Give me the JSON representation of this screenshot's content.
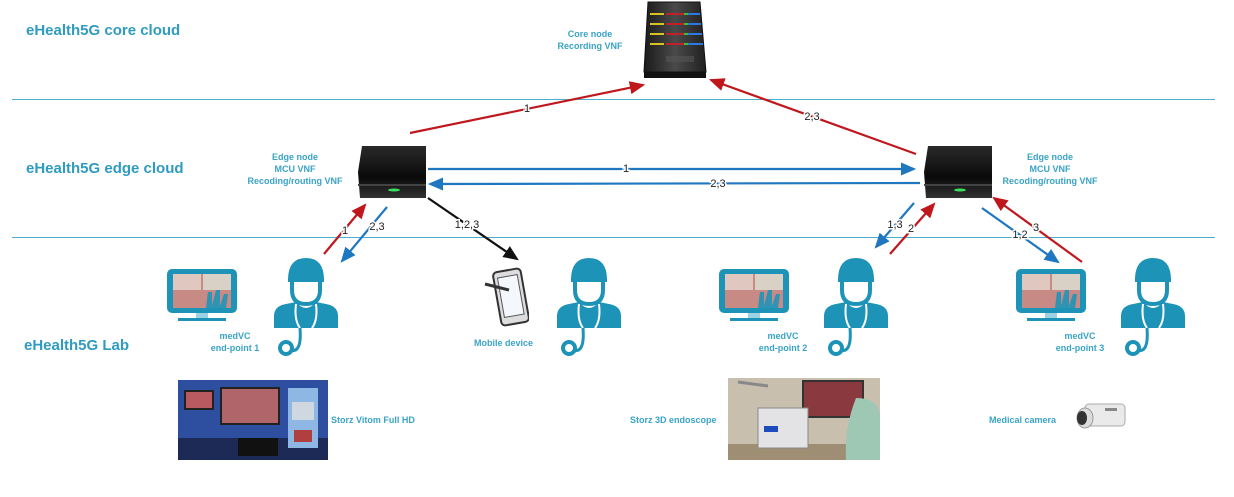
{
  "layers": {
    "core": "eHealth5G core cloud",
    "edge": "eHealth5G edge cloud",
    "lab": "eHealth5G Lab"
  },
  "nodes": {
    "core": {
      "line1": "Core node",
      "line2": "Recording VNF"
    },
    "edge_left": {
      "line1": "Edge node",
      "line2": "MCU VNF",
      "line3": "Recoding/routing VNF"
    },
    "edge_right": {
      "line1": "Edge node",
      "line2": "MCU VNF",
      "line3": "Recoding/routing VNF"
    }
  },
  "endpoints": [
    {
      "line1": "medVC",
      "line2": "end-point 1"
    },
    {
      "line1": "medVC",
      "line2": "end-point 2"
    },
    {
      "line1": "medVC",
      "line2": "end-point 3"
    }
  ],
  "devices": {
    "mobile": "Mobile device",
    "vitom": "Storz Vitom Full HD",
    "endoscope": "Storz 3D endoscope",
    "camera": "Medical camera"
  },
  "arrows": [
    {
      "id": "edgeL-to-core",
      "label": "1",
      "color": "#c0171d"
    },
    {
      "id": "edgeR-to-core",
      "label": "2,3",
      "color": "#c0171d"
    },
    {
      "id": "edgeL-to-edgeR",
      "label": "1",
      "color": "#1f77c0"
    },
    {
      "id": "edgeR-to-edgeL",
      "label": "2,3",
      "color": "#1f77c0"
    },
    {
      "id": "ep1-to-edgeL",
      "label": "1",
      "color": "#c0171d"
    },
    {
      "id": "edgeL-to-ep1",
      "label": "2,3",
      "color": "#1f77c0"
    },
    {
      "id": "edgeL-to-mobile",
      "label": "1,2,3",
      "color": "#111111"
    },
    {
      "id": "edgeR-to-ep2",
      "label": "1,3",
      "color": "#1f77c0"
    },
    {
      "id": "ep2-to-edgeR",
      "label": "2",
      "color": "#c0171d"
    },
    {
      "id": "edgeR-to-ep3",
      "label": "1,2",
      "color": "#1f77c0"
    },
    {
      "id": "ep3-to-edgeR",
      "label": "3",
      "color": "#c0171d"
    }
  ],
  "colors": {
    "accent": "#2e9bbf",
    "uplink": "#c0171d",
    "downlink": "#1f77c0",
    "mobile_link": "#111111",
    "divider": "#4aaecd"
  }
}
